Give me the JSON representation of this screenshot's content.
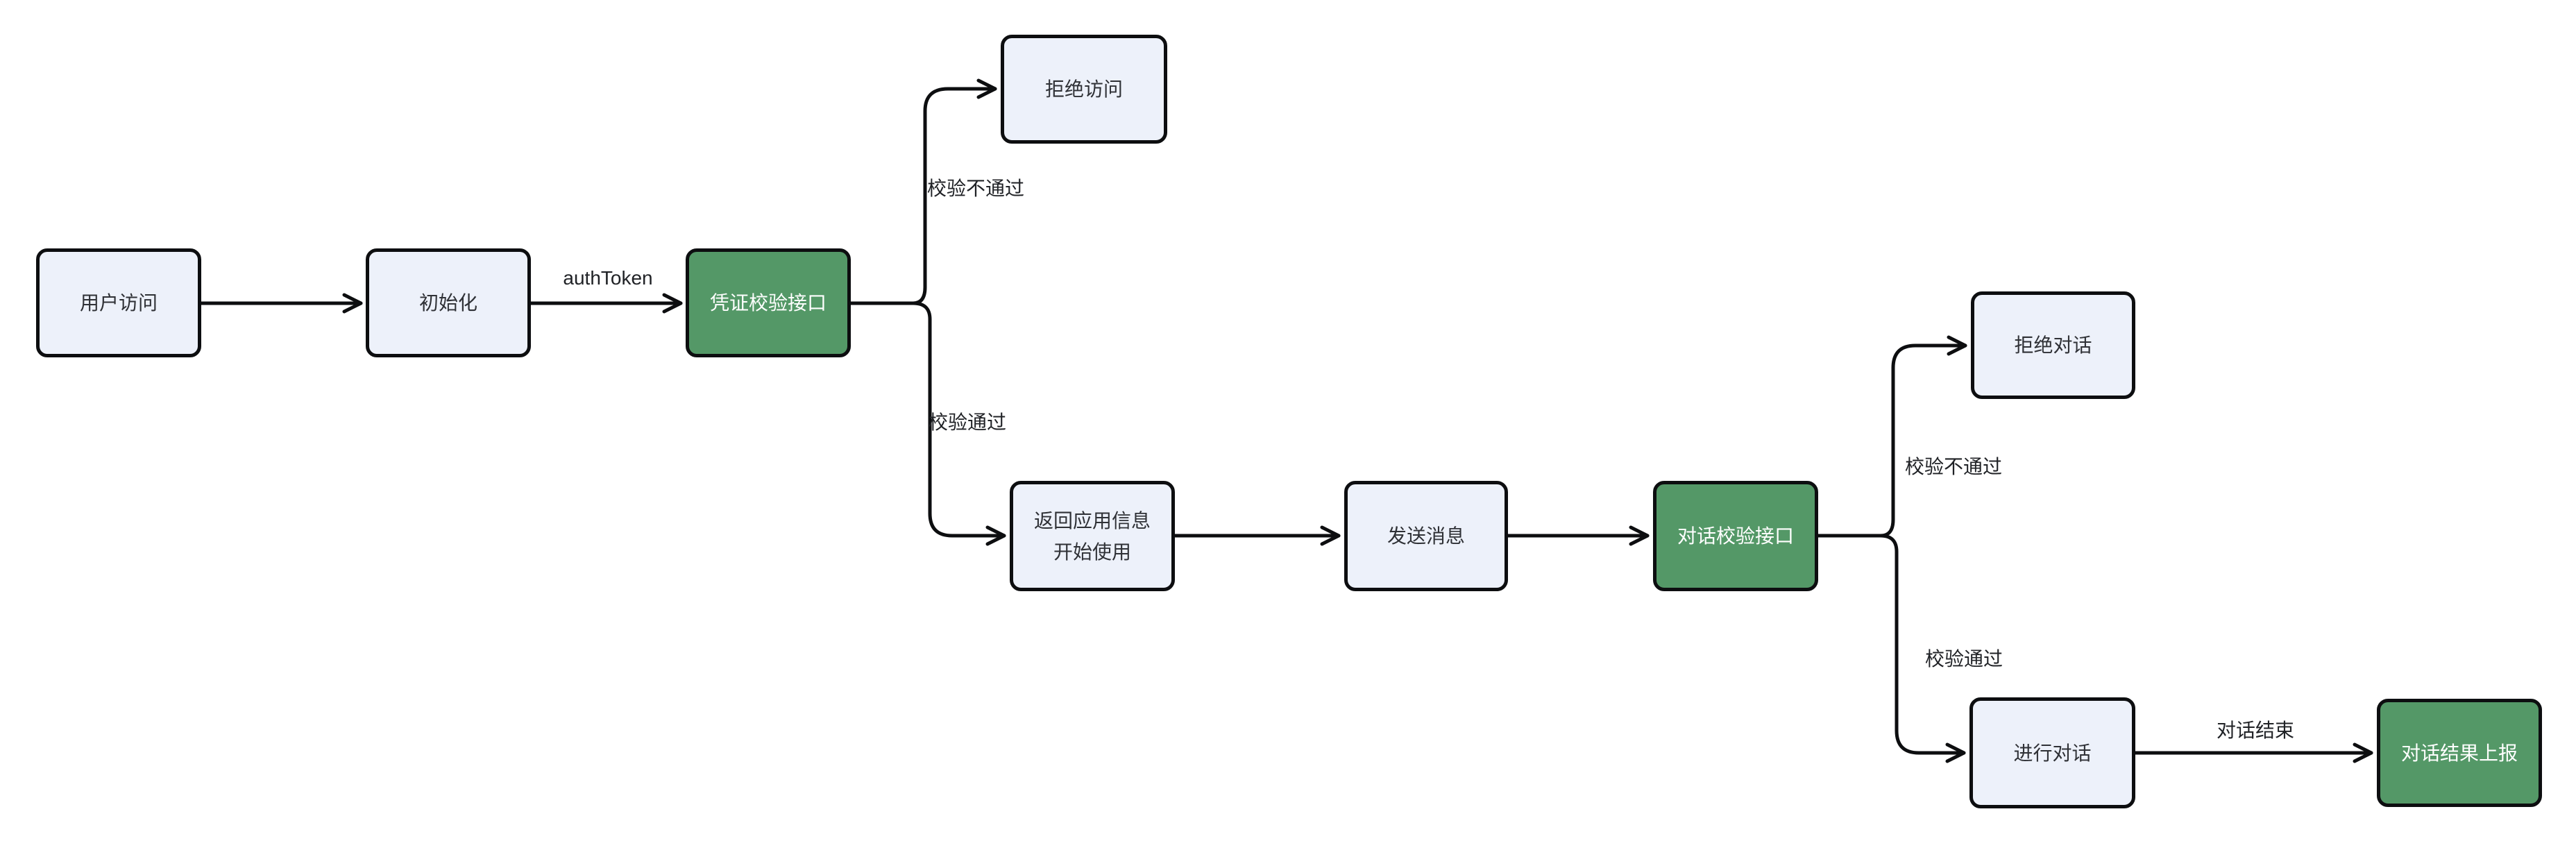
{
  "diagram": {
    "type": "flowchart",
    "colors": {
      "background": "#ffffff",
      "node_fill": "#edf1fa",
      "node_border": "#0d0e10",
      "green_fill": "#549867",
      "green_text": "#ffffff",
      "node_text": "#2f3136",
      "label_text": "#202226",
      "edge": "#0d0e10"
    },
    "nodes": [
      {
        "id": "user-visit",
        "label": "用户访问",
        "variant": "default"
      },
      {
        "id": "init",
        "label": "初始化",
        "variant": "default"
      },
      {
        "id": "credential-check-api",
        "label": "凭证校验接口",
        "variant": "green"
      },
      {
        "id": "deny-access",
        "label": "拒绝访问",
        "variant": "default"
      },
      {
        "id": "return-app-info",
        "label": "返回应用信息\n开始使用",
        "variant": "default"
      },
      {
        "id": "send-message",
        "label": "发送消息",
        "variant": "default"
      },
      {
        "id": "dialog-check-api",
        "label": "对话校验接口",
        "variant": "green"
      },
      {
        "id": "deny-dialog",
        "label": "拒绝对话",
        "variant": "default"
      },
      {
        "id": "do-dialog",
        "label": "进行对话",
        "variant": "default"
      },
      {
        "id": "report-dialog-result",
        "label": "对话结果上报",
        "variant": "green"
      }
    ],
    "edges": [
      {
        "from": "user-visit",
        "to": "init",
        "label": ""
      },
      {
        "from": "init",
        "to": "credential-check-api",
        "label": "authToken"
      },
      {
        "from": "credential-check-api",
        "to": "deny-access",
        "label": "校验不通过"
      },
      {
        "from": "credential-check-api",
        "to": "return-app-info",
        "label": "校验通过"
      },
      {
        "from": "return-app-info",
        "to": "send-message",
        "label": ""
      },
      {
        "from": "send-message",
        "to": "dialog-check-api",
        "label": ""
      },
      {
        "from": "dialog-check-api",
        "to": "deny-dialog",
        "label": "校验不通过"
      },
      {
        "from": "dialog-check-api",
        "to": "do-dialog",
        "label": "校验通过"
      },
      {
        "from": "do-dialog",
        "to": "report-dialog-result",
        "label": "对话结束"
      }
    ]
  }
}
